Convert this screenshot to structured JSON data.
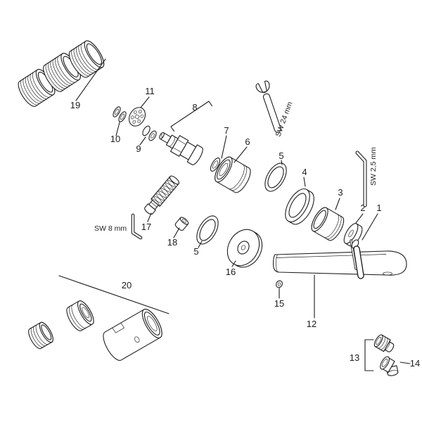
{
  "colors": {
    "line": "#1d1d1b",
    "background": "#ffffff"
  },
  "part_labels": {
    "p1": "1",
    "p2": "2",
    "p3": "3",
    "p4": "4",
    "p5a": "5",
    "p5b": "5",
    "p6": "6",
    "p7": "7",
    "p8": "8",
    "p9": "9",
    "p10": "10",
    "p11": "11",
    "p12": "12",
    "p13": "13",
    "p14": "14",
    "p15": "15",
    "p16": "16",
    "p17": "17",
    "p18": "18",
    "p19": "19",
    "p20": "20"
  },
  "tool_labels": {
    "wrench": "SW 24 mm",
    "allen_small": "SW 2,5 mm",
    "allen_large": "SW 8 mm"
  }
}
